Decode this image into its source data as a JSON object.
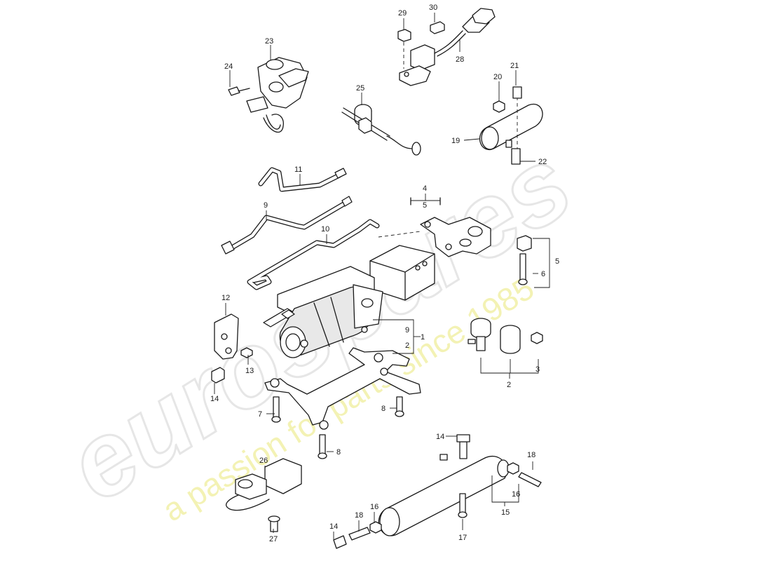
{
  "watermark": {
    "logo": "eurospares",
    "tagline": "a passion for parts since 1985",
    "tagline_color": "#efe98f",
    "logo_color": "#e6e6e6"
  },
  "callouts": {
    "c29": "29",
    "c30": "30",
    "c28": "28",
    "c23": "23",
    "c24": "24",
    "c25": "25",
    "c20": "20",
    "c21": "21",
    "c19": "19",
    "c22": "22",
    "c11": "11",
    "c9": "9",
    "c10": "10",
    "c4": "4",
    "c5a": "5",
    "c5b": "5",
    "c6": "6",
    "c12": "12",
    "c13": "13",
    "c14a": "14",
    "c9b": "9",
    "c2a": "2",
    "c1": "1",
    "c3": "3",
    "c2b": "2",
    "c7": "7",
    "c8a": "8",
    "c8b": "8",
    "c14b": "14",
    "c18a": "18",
    "c16a": "16",
    "c15": "15",
    "c26": "26",
    "c27": "27",
    "c14c": "14",
    "c18b": "18",
    "c16b": "16",
    "c17": "17"
  }
}
